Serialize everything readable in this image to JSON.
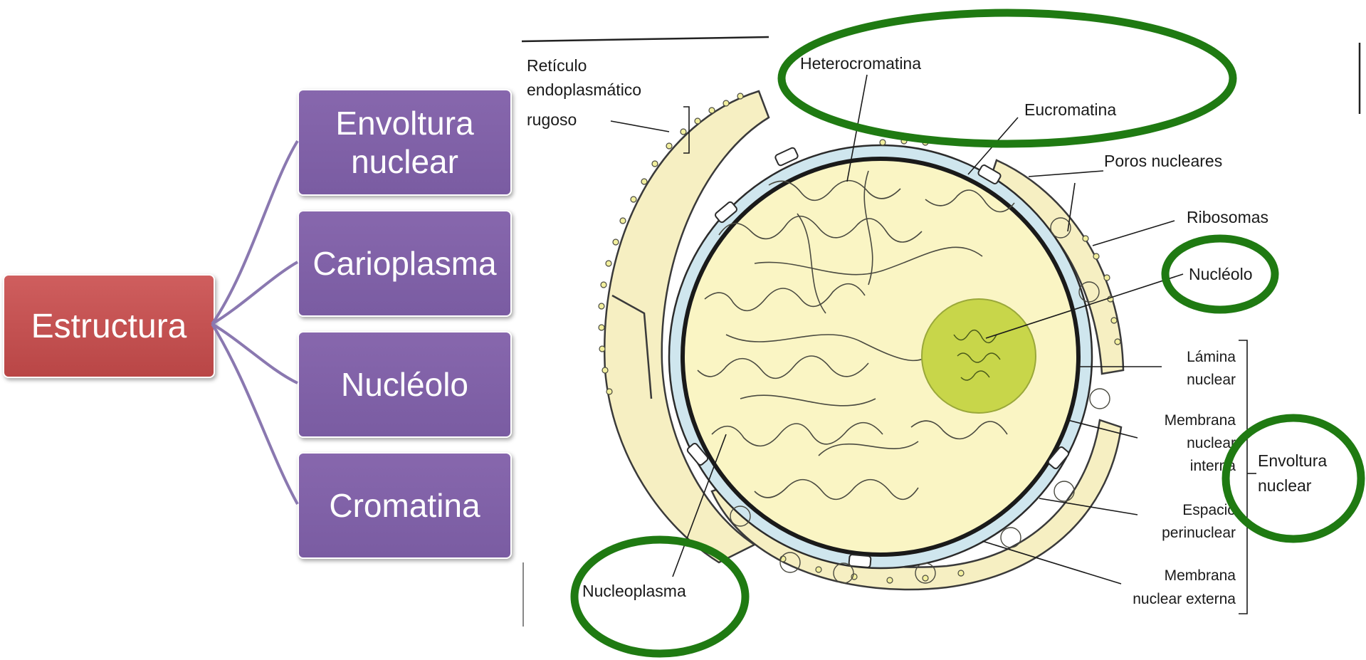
{
  "concept_map": {
    "root": "Estructura",
    "branches": [
      {
        "line1": "Envoltura",
        "line2": "nuclear"
      },
      {
        "line1": "Carioplasma",
        "line2": ""
      },
      {
        "line1": "Nucléolo",
        "line2": ""
      },
      {
        "line1": "Cromatina",
        "line2": ""
      }
    ]
  },
  "figure_labels": {
    "reticulo_1": "Retículo",
    "reticulo_2": "endoplasmático",
    "reticulo_3": "rugoso",
    "heterocromatina": "Heterocromatina",
    "eucromatina": "Eucromatina",
    "poros": "Poros nucleares",
    "ribosomas": "Ribosomas",
    "nucleolo": "Nucléolo",
    "lamina_1": "Lámina",
    "lamina_2": "nuclear",
    "membrana_interna_1": "Membrana",
    "membrana_interna_2": "nuclear",
    "membrana_interna_3": "interna",
    "envoltura_1": "Envoltura",
    "envoltura_2": "nuclear",
    "espacio_1": "Espacio",
    "espacio_2": "perinuclear",
    "membrana_externa_1": "Membrana",
    "membrana_externa_2": "nuclear externa",
    "nucleoplasma": "Nucleoplasma"
  },
  "colors": {
    "root_box": "#c0504d",
    "branch_box": "#8064a2",
    "connector": "#8a78b0",
    "highlight_ellipse": "#1f7a12",
    "nucleoplasm": "#faf5c4",
    "perinuclear_space": "#cfe6ee",
    "nucleolus": "#c8d64a"
  }
}
